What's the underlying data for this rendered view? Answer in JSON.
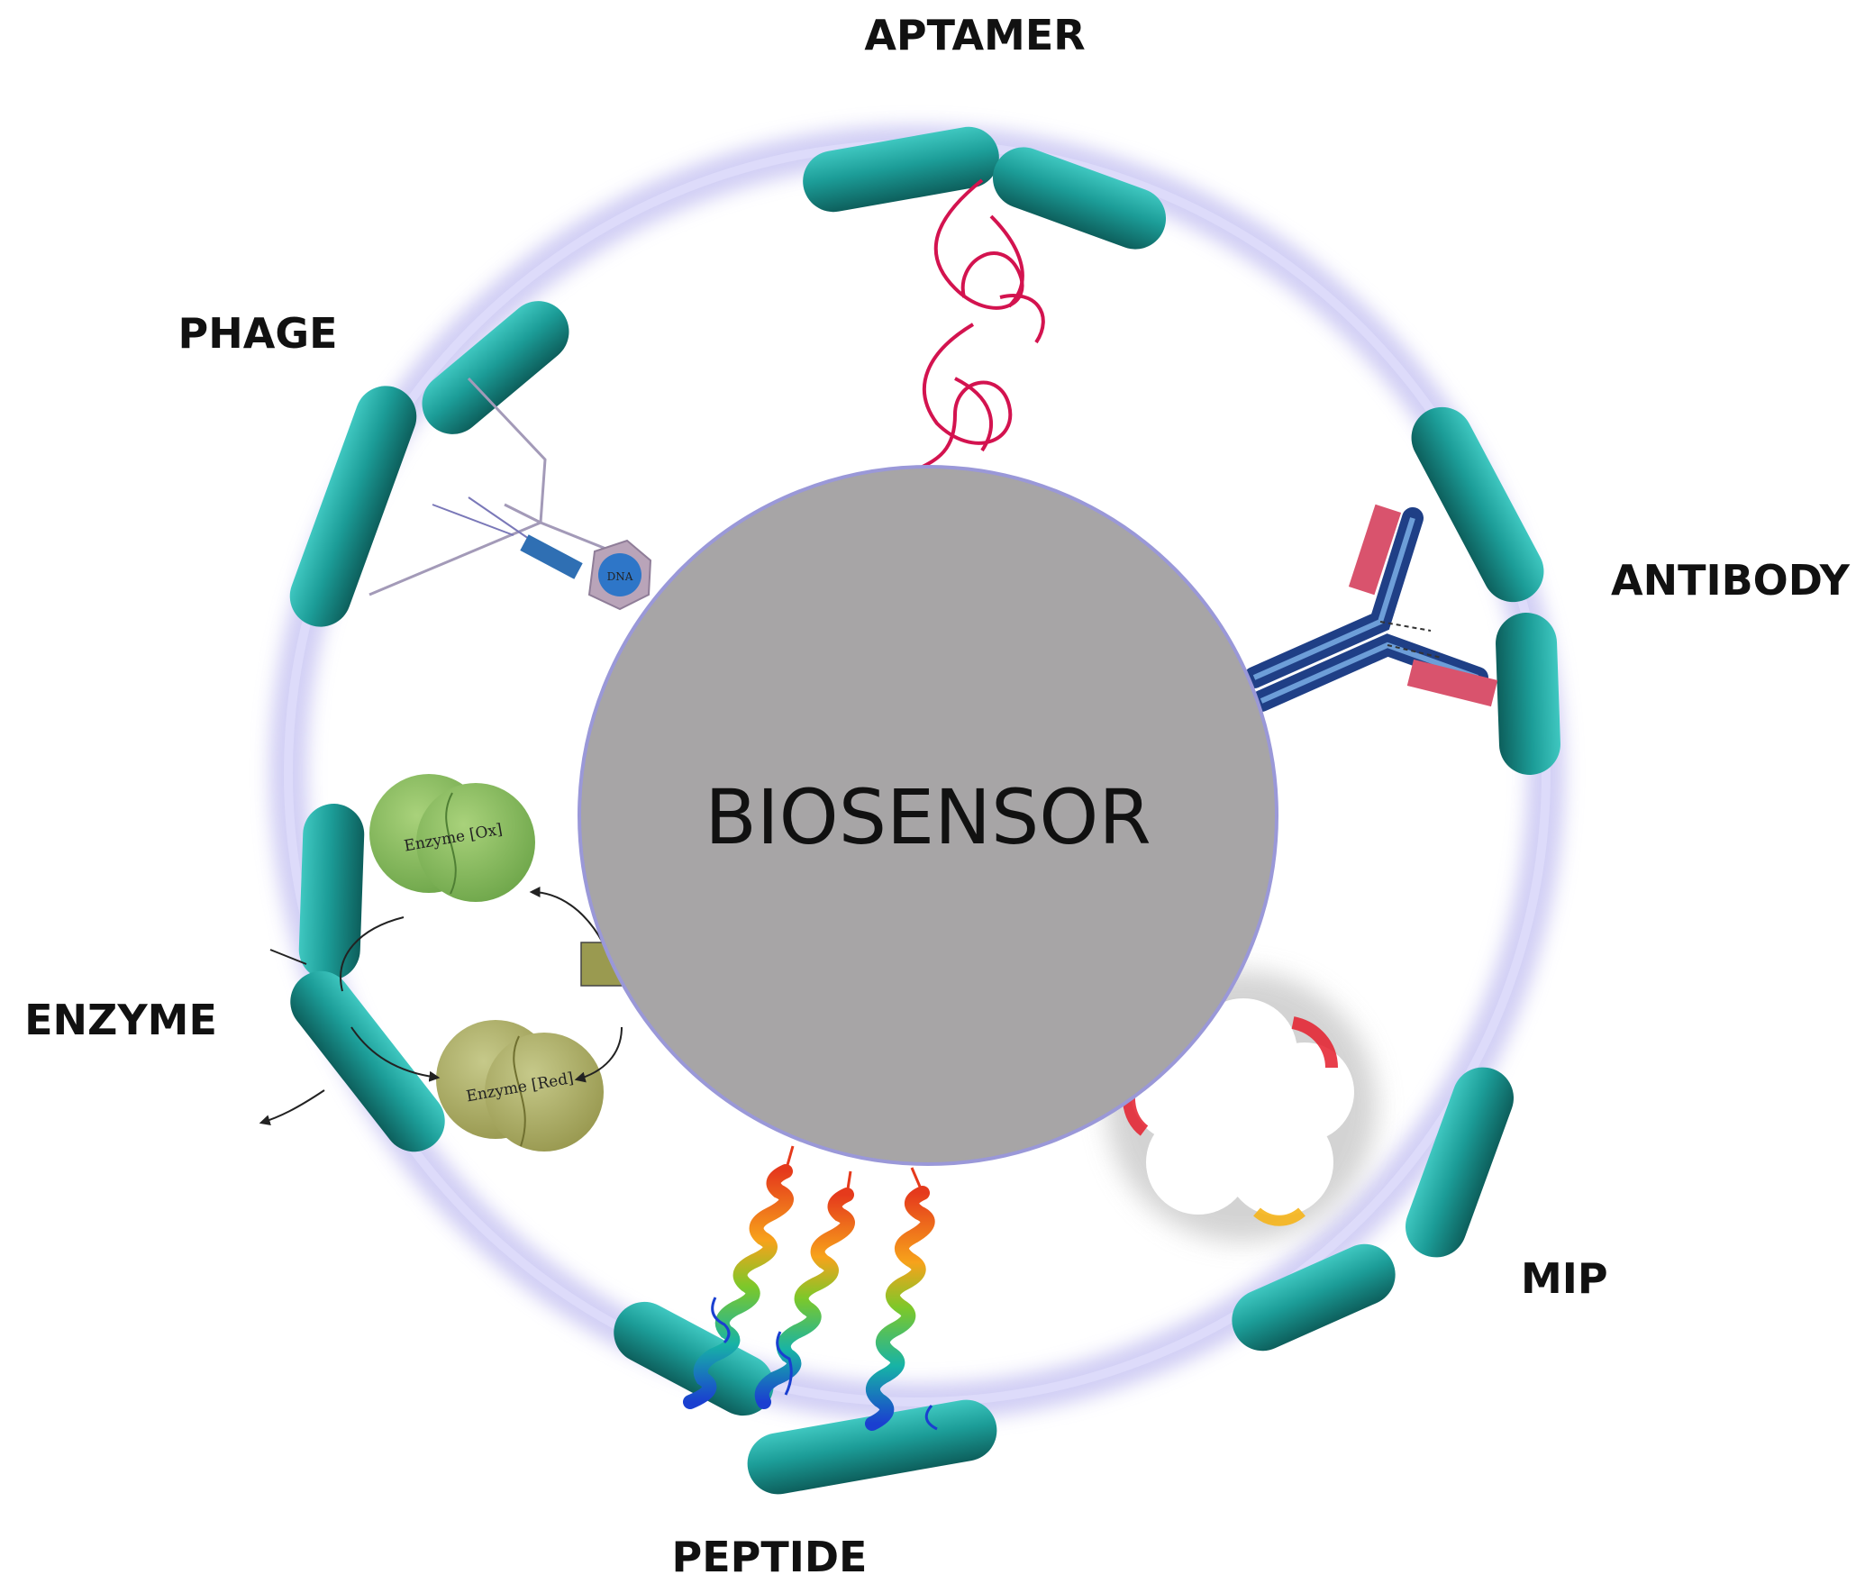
{
  "center": {
    "label": "BIOSENSOR",
    "fill": "#a7a5a6",
    "stroke": "#9a98d8"
  },
  "ring": {
    "color": "#c9c6f3"
  },
  "bacteria_color": "#1c9d98",
  "receptors": {
    "aptamer": {
      "label": "APTAMER"
    },
    "antibody": {
      "label": "ANTIBODY"
    },
    "mip": {
      "label": "MIP"
    },
    "peptide": {
      "label": "PEPTIDE"
    },
    "enzyme": {
      "label": "ENZYME",
      "ox_label": "Enzyme [Ox]",
      "red_label": "Enzyme [Red]"
    },
    "phage": {
      "label": "PHAGE"
    }
  }
}
